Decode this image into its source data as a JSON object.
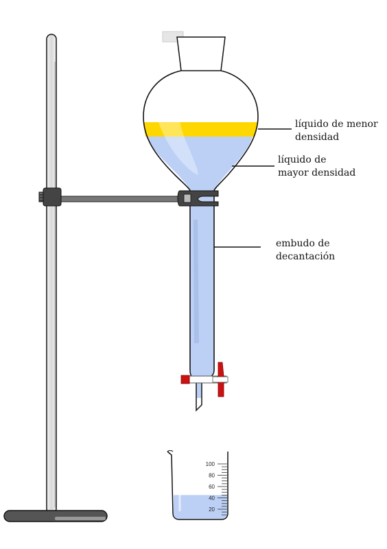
{
  "labels": {
    "light_liquid": "líquido de menor\ndensidad",
    "dense_liquid": "líquido de\nmayor densidad",
    "funnel": "embudo de\ndecantación"
  },
  "beaker": {
    "scale": [
      "100",
      "80",
      "60",
      "40",
      "20"
    ],
    "fill_level_ml": 45
  },
  "colors": {
    "light_liquid": "#ffd700",
    "dense_liquid": "#bcd0f6",
    "stopcock": "#cc1111",
    "stand": "#555555",
    "clamp": "#444444"
  },
  "icons": {
    "support_stand": "retort-stand",
    "clamp": "funnel-clamp",
    "funnel": "separatory-funnel",
    "stopcock": "stopcock-valve",
    "beaker": "graduated-beaker"
  }
}
